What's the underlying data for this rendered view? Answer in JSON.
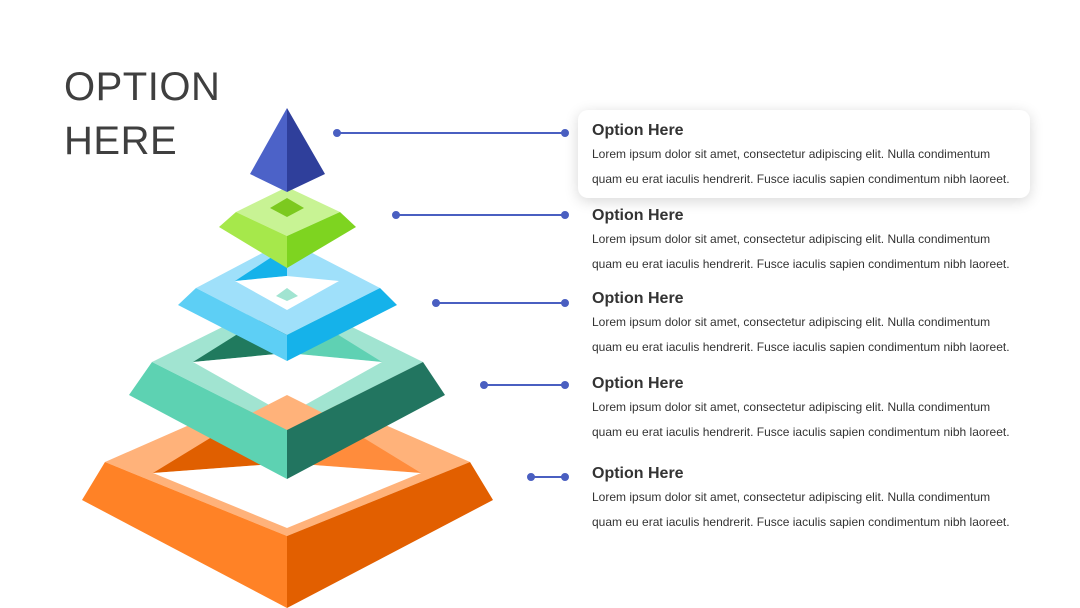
{
  "title": {
    "line1": "OPTION",
    "line2": "HERE"
  },
  "options": [
    {
      "heading": "Option Here",
      "body": "Lorem ipsum dolor sit amet, consectetur adipiscing elit. Nulla condimentum quam eu erat iaculis hendrerit. Fusce iaculis sapien condimentum nibh laoreet."
    },
    {
      "heading": "Option Here",
      "body": "Lorem ipsum dolor sit amet, consectetur adipiscing elit. Nulla condimentum quam eu erat iaculis hendrerit. Fusce iaculis sapien condimentum nibh laoreet."
    },
    {
      "heading": "Option Here",
      "body": "Lorem ipsum dolor sit amet, consectetur adipiscing elit. Nulla condimentum quam eu erat iaculis hendrerit. Fusce iaculis sapien condimentum nibh laoreet."
    },
    {
      "heading": "Option Here",
      "body": "Lorem ipsum dolor sit amet, consectetur adipiscing elit. Nulla condimentum quam eu erat iaculis hendrerit. Fusce iaculis sapien condimentum nibh laoreet."
    },
    {
      "heading": "Option Here",
      "body": "Lorem ipsum dolor sit amet, consectetur adipiscing elit. Nulla condimentum quam eu erat iaculis hendrerit. Fusce iaculis sapien condimentum nibh laoreet."
    }
  ],
  "colors": {
    "connector": "#4a5fc1",
    "tier_top": "#3b4fb8",
    "tier_green": "#84d62a",
    "tier_blue": "#17b3ea",
    "tier_teal": "#5fd1b3",
    "tier_orange": "#ff7f24"
  }
}
